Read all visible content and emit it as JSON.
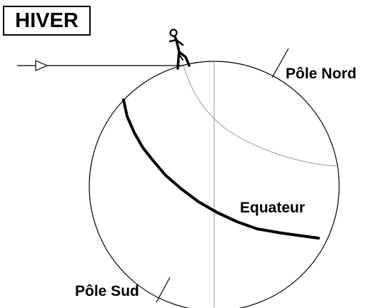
{
  "title": "HIVER",
  "labels": {
    "north_pole": "Pôle Nord",
    "south_pole": "Pôle Sud",
    "equator": "Equateur"
  },
  "colors": {
    "line": "#000000",
    "thin_line": "#999999",
    "background": "#ffffff"
  },
  "icons": {
    "observer": "stick-figure-icon",
    "sun_ray_arrow": "arrow-right-icon"
  }
}
